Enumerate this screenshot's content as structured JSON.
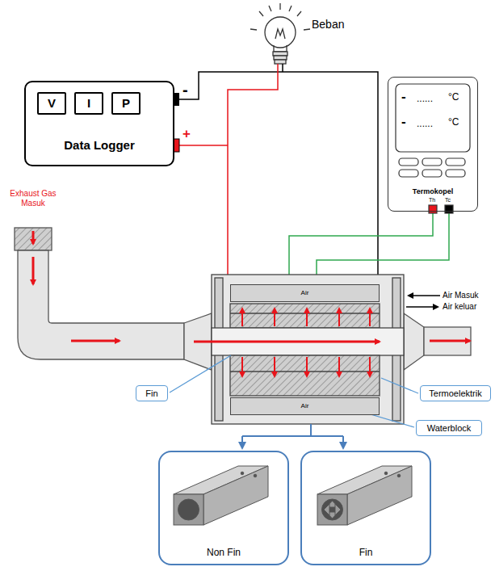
{
  "diagram": {
    "nodes": [
      {
        "text": [
          "Data Logger"
        ]
      },
      {
        "text": [
          "V"
        ],
        "in": 0
      },
      {
        "text": [
          "I"
        ],
        "in": 0
      },
      {
        "text": [
          "P"
        ],
        "in": 0
      },
      {
        "text": [
          "Termokopel"
        ]
      },
      {
        "text": [
          "Air"
        ]
      },
      {
        "text": [
          "Fin"
        ]
      },
      {
        "text": [
          "Air"
        ]
      },
      {
        "text": [
          "Termoelektrik"
        ]
      },
      {
        "text": [
          "Waterblock"
        ]
      },
      {
        "text": [
          "Non Fin"
        ]
      },
      {
        "text": [
          "Fin"
        ]
      }
    ],
    "labels": [
      "Beban",
      "-",
      "+",
      "Exhaust Gas Masuk",
      "-",
      "......",
      "°C",
      "-",
      "......",
      "°C",
      "Th",
      "Tc",
      "Air Masuk",
      "Air keluar"
    ]
  }
}
